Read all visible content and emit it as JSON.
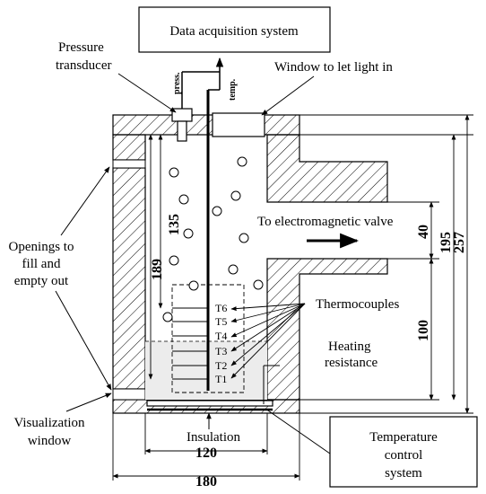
{
  "labels": {
    "daq": "Data acquisition system",
    "pressure_line1": "Pressure",
    "pressure_line2": "transducer",
    "press_tag": "press.",
    "temp_tag": "temp.",
    "window": "Window to let light in",
    "valve": "To electromagnetic valve",
    "openings_line1": "Openings to",
    "openings_line2": "fill and",
    "openings_line3": "empty out",
    "thermocouples": "Thermocouples",
    "heating_line1": "Heating",
    "heating_line2": "resistance",
    "visualization_line1": "Visualization",
    "visualization_line2": "window",
    "insulation": "Insulation",
    "temp_control_line1": "Temperature",
    "temp_control_line2": "control",
    "temp_control_line3": "system"
  },
  "thermocouples": [
    "T6",
    "T5",
    "T4",
    "T3",
    "T2",
    "T1"
  ],
  "dimensions": {
    "d135": "135",
    "d189": "189",
    "d40": "40",
    "d100": "100",
    "d195": "195",
    "d257": "257",
    "d120": "120",
    "d180": "180"
  }
}
